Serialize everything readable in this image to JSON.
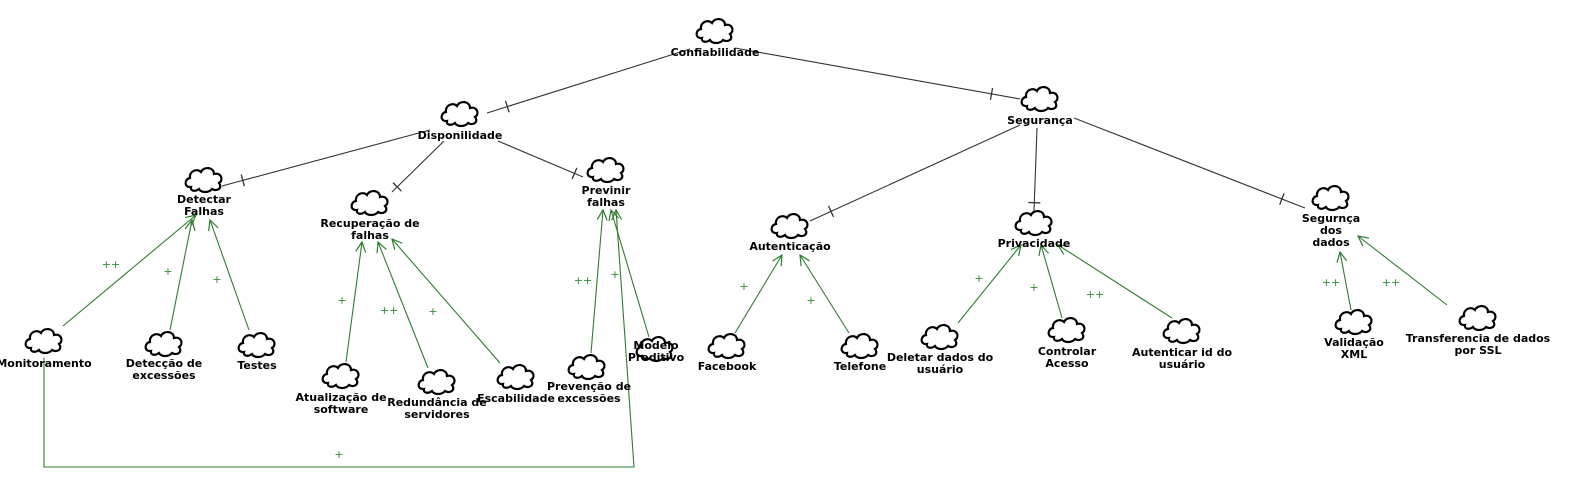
{
  "colors": {
    "decomposition": "#333333",
    "contribution": "#2e7d2e",
    "contribution_label": "#2e8b2e"
  },
  "nodes": [
    {
      "id": "confiabilidade",
      "lines": [
        "Confiabilidade"
      ]
    },
    {
      "id": "disponibilidade",
      "lines": [
        "Disponilidade"
      ]
    },
    {
      "id": "seguranca",
      "lines": [
        "Segurança"
      ]
    },
    {
      "id": "detectar",
      "lines": [
        "Detectar",
        "Falhas"
      ]
    },
    {
      "id": "recuperacao",
      "lines": [
        "Recuperação de",
        "falhas"
      ]
    },
    {
      "id": "prevenir",
      "lines": [
        "Previnir",
        "falhas"
      ]
    },
    {
      "id": "autenticacao",
      "lines": [
        "Autenticação"
      ]
    },
    {
      "id": "privacidade",
      "lines": [
        "Privacidade"
      ]
    },
    {
      "id": "seg_dados",
      "lines": [
        "Segurnça",
        "dos",
        "dados"
      ]
    },
    {
      "id": "monitoramento",
      "lines": [
        "Monitoramento"
      ]
    },
    {
      "id": "deteccao",
      "lines": [
        "Detecção de",
        "excessões"
      ]
    },
    {
      "id": "testes",
      "lines": [
        "Testes"
      ]
    },
    {
      "id": "atualizacao",
      "lines": [
        "Atualização de",
        "software"
      ]
    },
    {
      "id": "redundancia",
      "lines": [
        "Redundância de",
        "servidores"
      ]
    },
    {
      "id": "escabilidade",
      "lines": [
        "Escabilidade"
      ]
    },
    {
      "id": "prevencao",
      "lines": [
        "Prevenção de",
        "excessões"
      ]
    },
    {
      "id": "modelo",
      "lines": [
        "Modelo",
        "Preditivo"
      ]
    },
    {
      "id": "facebook",
      "lines": [
        "Facebook"
      ]
    },
    {
      "id": "telefone",
      "lines": [
        "Telefone"
      ]
    },
    {
      "id": "deletar",
      "lines": [
        "Deletar dados do",
        "usuário"
      ]
    },
    {
      "id": "controlar",
      "lines": [
        "Controlar",
        "Acesso"
      ]
    },
    {
      "id": "autenticar_id",
      "lines": [
        "Autenticar id do",
        "usuário"
      ]
    },
    {
      "id": "validacao",
      "lines": [
        "Validação",
        "XML"
      ]
    },
    {
      "id": "transferencia",
      "lines": [
        "Transferencia de dados",
        "por SSL"
      ]
    }
  ],
  "decompositions": [
    {
      "from": "disponibilidade",
      "to": "confiabilidade"
    },
    {
      "from": "seguranca",
      "to": "confiabilidade"
    },
    {
      "from": "detectar",
      "to": "disponibilidade"
    },
    {
      "from": "recuperacao",
      "to": "disponibilidade"
    },
    {
      "from": "prevenir",
      "to": "disponibilidade"
    },
    {
      "from": "autenticacao",
      "to": "seguranca"
    },
    {
      "from": "privacidade",
      "to": "seguranca"
    },
    {
      "from": "seg_dados",
      "to": "seguranca"
    }
  ],
  "contributions": [
    {
      "from": "monitoramento",
      "to": "detectar",
      "label": "++"
    },
    {
      "from": "deteccao",
      "to": "detectar",
      "label": "+"
    },
    {
      "from": "testes",
      "to": "detectar",
      "label": "+"
    },
    {
      "from": "atualizacao",
      "to": "recuperacao",
      "label": "+"
    },
    {
      "from": "redundancia",
      "to": "recuperacao",
      "label": "++"
    },
    {
      "from": "escabilidade",
      "to": "recuperacao",
      "label": "+"
    },
    {
      "from": "prevencao",
      "to": "prevenir",
      "label": "++"
    },
    {
      "from": "modelo",
      "to": "prevenir",
      "label": "+"
    },
    {
      "from": "monitoramento",
      "to": "prevenir",
      "label": "+"
    },
    {
      "from": "facebook",
      "to": "autenticacao",
      "label": "+"
    },
    {
      "from": "telefone",
      "to": "autenticacao",
      "label": "+"
    },
    {
      "from": "deletar",
      "to": "privacidade",
      "label": "+"
    },
    {
      "from": "controlar",
      "to": "privacidade",
      "label": "+"
    },
    {
      "from": "autenticar_id",
      "to": "privacidade",
      "label": "++"
    },
    {
      "from": "validacao",
      "to": "seg_dados",
      "label": "++"
    },
    {
      "from": "transferencia",
      "to": "seg_dados",
      "label": "++"
    }
  ]
}
